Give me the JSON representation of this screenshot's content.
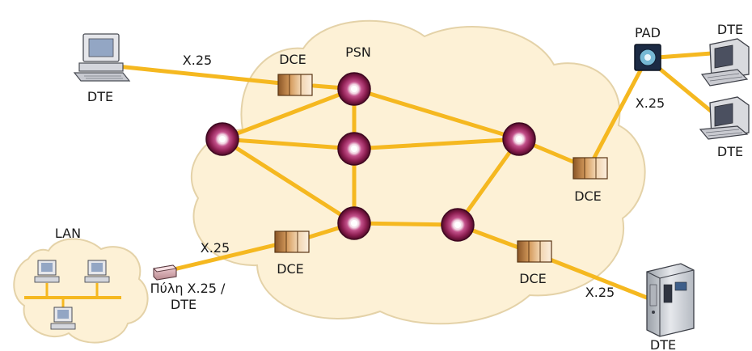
{
  "labels": {
    "psn": "PSN",
    "pad": "PAD",
    "lan": "LAN",
    "dte_top_left": "DTE",
    "dte_top_right_upper": "DTE",
    "dte_top_right_lower": "DTE",
    "dte_bottom_right": "DTE",
    "dce_top": "DCE",
    "dce_right": "DCE",
    "dce_bottom_left": "DCE",
    "dce_bottom_right": "DCE",
    "x25_top": "X.25",
    "x25_right": "X.25",
    "x25_bottom_left": "X.25",
    "x25_bottom_right": "X.25",
    "gateway_line1": "Πύλη X.25 /",
    "gateway_line2": "DTE"
  },
  "colors": {
    "cloud_fill": "#fdf1d6",
    "cloud_stroke": "#e4d2a8",
    "link": "#f5b820",
    "node_outer": "#6b1035",
    "node_mid": "#b0467a",
    "node_core": "#f1d6e2",
    "dce_face": "#c58a4a",
    "pad_box": "#1c2b45",
    "pad_inner": "#76b8d4"
  }
}
